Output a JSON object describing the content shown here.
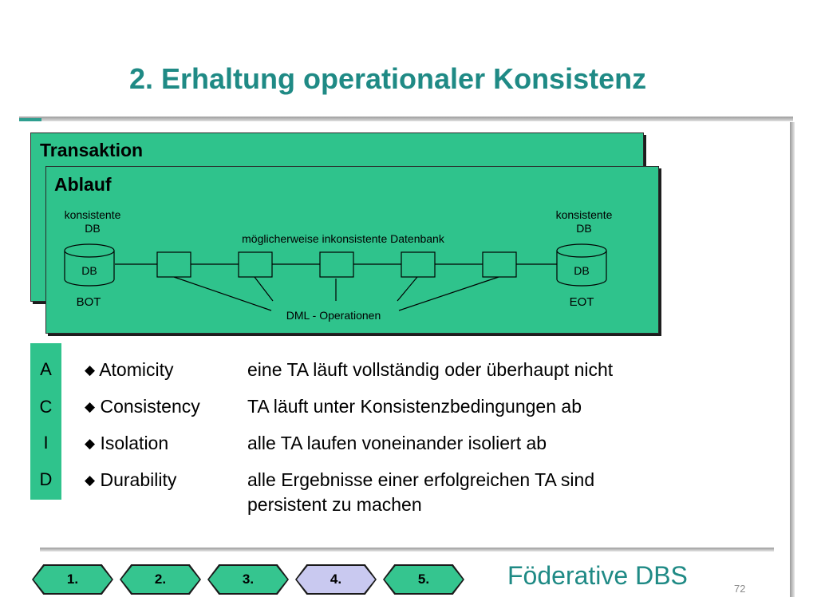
{
  "slide": {
    "title": "2. Erhaltung operationaler Konsistenz",
    "footer_title": "Föderative DBS",
    "page_number": "72"
  },
  "diagram": {
    "outer_label": "Transaktion",
    "inner_label": "Ablauf",
    "left_db_caption_1": "konsistente",
    "left_db_caption_2": "DB",
    "right_db_caption_1": "konsistente",
    "right_db_caption_2": "DB",
    "middle_caption": "möglicherweise inkonsistente Datenbank",
    "left_db_label": "DB",
    "right_db_label": "DB",
    "bot_label": "BOT",
    "eot_label": "EOT",
    "dml_label": "DML - Operationen",
    "operation_count": 5
  },
  "acid": {
    "letters": [
      "A",
      "C",
      "I",
      "D"
    ],
    "bullet": "◆",
    "properties": [
      {
        "name": "Atomicity",
        "description": "eine TA läuft vollständig oder überhaupt nicht"
      },
      {
        "name": "Consistency",
        "description": "TA läuft unter Konsistenzbedingungen ab"
      },
      {
        "name": "Isolation",
        "description": "alle TA laufen voneinander isoliert ab"
      },
      {
        "name": "Durability",
        "description": "alle Ergebnisse einer erfolgreichen TA sind",
        "description_2": "persistent zu machen"
      }
    ]
  },
  "nav": {
    "items": [
      "1.",
      "2.",
      "3.",
      "4.",
      "5."
    ],
    "active_index": 3
  },
  "colors": {
    "accent_teal": "#1f8a85",
    "box_green": "#2fc38c",
    "active_nav": "#c9c9f0"
  }
}
